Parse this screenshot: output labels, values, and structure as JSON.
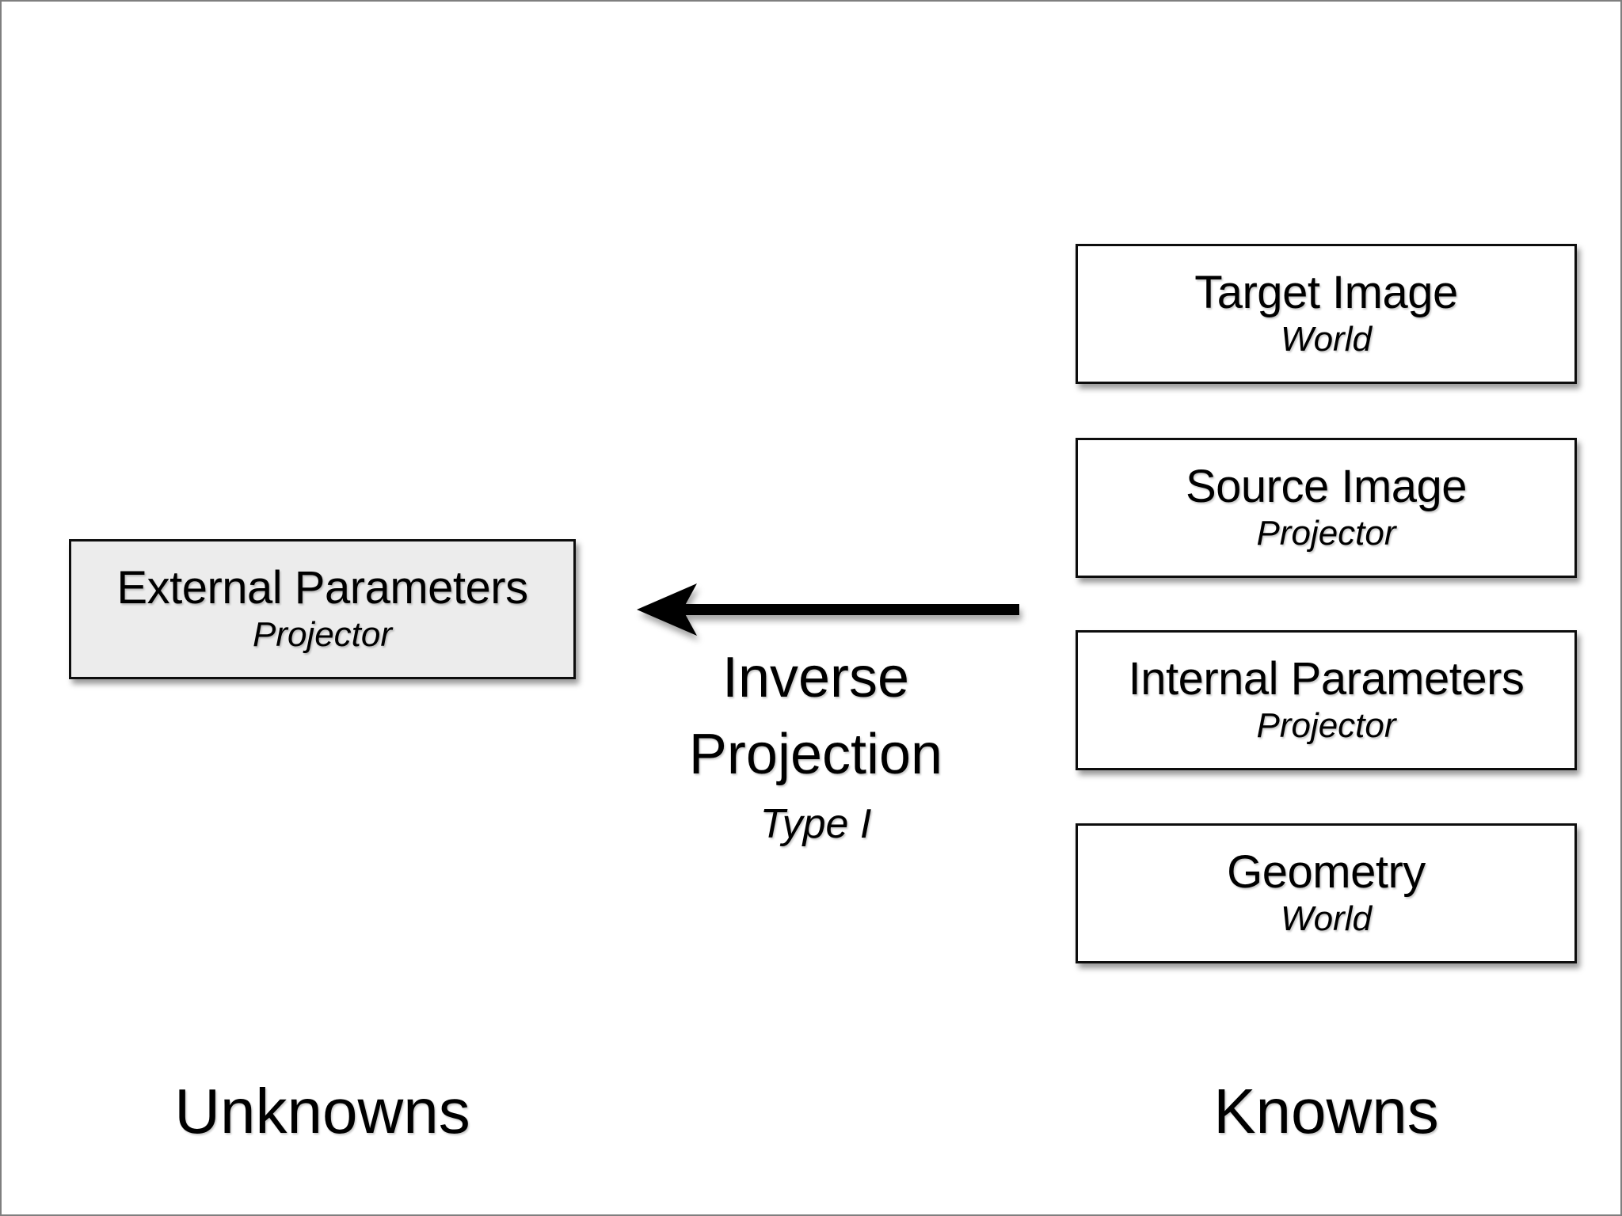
{
  "slide": {
    "kind": "presentation-diagram",
    "background": "#ffffff",
    "frame_color": "#7f7f7f"
  },
  "unknowns_column": {
    "label": "Unknowns",
    "box": {
      "title": "External Parameters",
      "subtitle": "Projector",
      "fill": "#ececec"
    }
  },
  "knowns_column": {
    "label": "Knowns",
    "boxes": [
      {
        "title": "Target Image",
        "subtitle": "World"
      },
      {
        "title": "Source Image",
        "subtitle": "Projector"
      },
      {
        "title": "Internal Parameters",
        "subtitle": "Projector"
      },
      {
        "title": "Geometry",
        "subtitle": "World"
      }
    ],
    "box_fill": "#ffffff"
  },
  "transform": {
    "line1": "Inverse",
    "line2": "Projection",
    "type_label": "Type I",
    "arrow_direction": "right-to-left",
    "arrow_color": "#000000"
  },
  "colors": {
    "text": "#000000",
    "box_border": "#0d0d0d",
    "shadow": "rgba(0,0,0,0.40)"
  }
}
